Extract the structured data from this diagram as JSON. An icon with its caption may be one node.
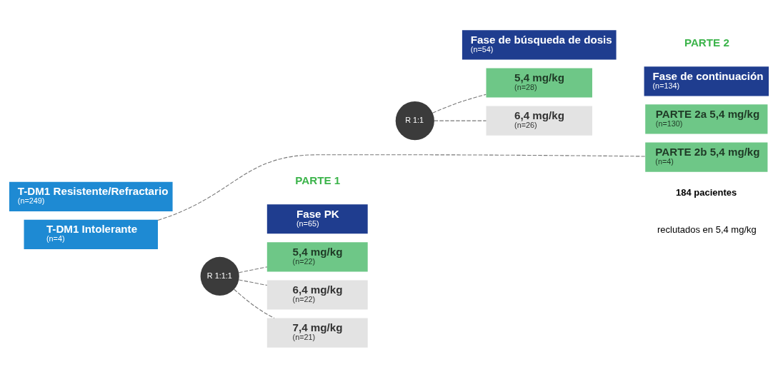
{
  "diagram": {
    "nodes": [
      {
        "text": [
          "T-DM1 Resistente/Refractario",
          "(n=249)"
        ]
      },
      {
        "text": [
          "R 1:1:1"
        ]
      },
      {
        "text": [
          "Fase PK",
          "(n=65)"
        ]
      },
      {
        "text": [
          "5,4 mg/kg",
          "(n=22)"
        ]
      },
      {
        "text": [
          "6,4 mg/kg",
          "(n=22)"
        ]
      },
      {
        "text": [
          "7,4 mg/kg",
          "(n=21)"
        ]
      },
      {
        "text": [
          "Fase de búsqueda de dosis",
          "(n=54)"
        ]
      },
      {
        "text": [
          "R 1:1"
        ]
      },
      {
        "text": [
          "5,4 mg/kg",
          "(n=28)"
        ]
      },
      {
        "text": [
          "6,4 mg/kg",
          "(n=26)"
        ]
      },
      {
        "text": [
          "Fase de continuación",
          "(n=134)"
        ]
      },
      {
        "text": [
          "PARTE 2a 5,4 mg/kg",
          "(n=130)"
        ]
      },
      {
        "text": [
          "T-DM1 Intolerante",
          "(n=4)"
        ]
      },
      {
        "text": [
          "PARTE 2b 5,4 mg/kg",
          "(n=4)"
        ],
        "beside": [
          "184 pacientes",
          "reclutados en 5,4 mg/kg"
        ]
      }
    ],
    "edges": [
      {
        "from": 1,
        "to": 3,
        "arrow": "none",
        "style": "dashed"
      },
      {
        "from": 1,
        "to": 4,
        "arrow": "none",
        "style": "dashed"
      },
      {
        "from": 1,
        "to": 5,
        "arrow": "none",
        "style": "dashed"
      },
      {
        "from": 7,
        "to": 8,
        "arrow": "none",
        "style": "dashed"
      },
      {
        "from": 7,
        "to": 9,
        "arrow": "none",
        "style": "dashed"
      },
      {
        "from": 12,
        "to": 13,
        "arrow": "none",
        "style": "dashed"
      }
    ],
    "labels": [
      "PARTE 1",
      "PARTE 2"
    ]
  }
}
